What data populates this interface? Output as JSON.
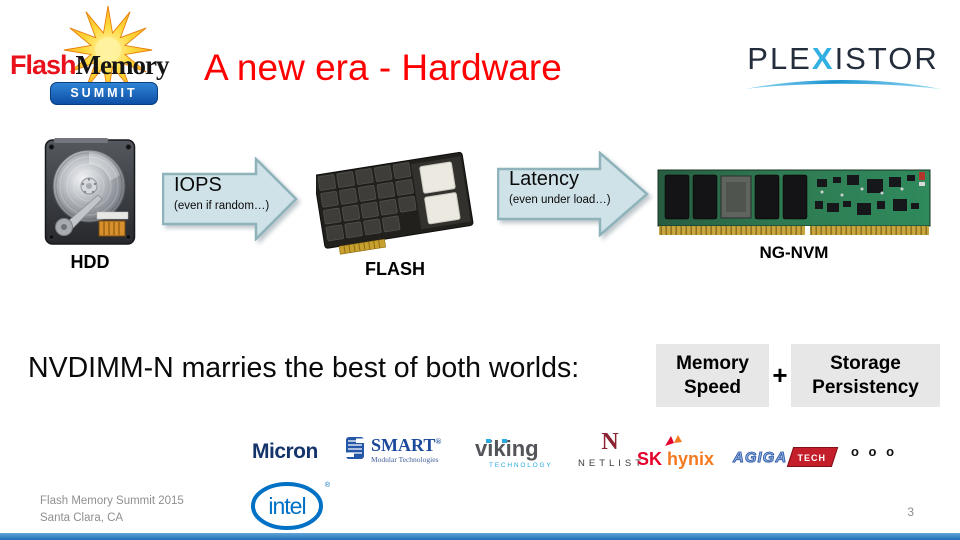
{
  "header": {
    "title": "A new era - Hardware",
    "fms": {
      "flash": "Flash",
      "memory": "Memory",
      "summit": "SUMMIT"
    },
    "plexistor": {
      "pre": "PLE",
      "x": "X",
      "post": "ISTOR"
    }
  },
  "flow": {
    "hdd_label": "HDD",
    "flash_label": "FLASH",
    "ngnvm_label": "NG-NVM",
    "arrow_iops": {
      "title": "IOPS",
      "subtitle": "(even if random…)"
    },
    "arrow_latency": {
      "title": "Latency",
      "subtitle": "(even under load…)"
    }
  },
  "statement": {
    "text": "NVDIMM-N marries the best of both worlds:",
    "plus": "+",
    "box_memory": {
      "line1": "Memory",
      "line2": "Speed"
    },
    "box_storage": {
      "line1": "Storage",
      "line2": "Persistency"
    }
  },
  "vendors": {
    "micron": "Micron",
    "smart_name": "SMART",
    "smart_reg": "®",
    "smart_sub": "Modular Technologies",
    "viking_name": "viking",
    "viking_sub": "TECHNOLOGY",
    "netlist_glyph": "N",
    "netlist_name": "NETLIST",
    "sk": "SK",
    "hynix": "hynix",
    "agiga_name": "AGIGA",
    "agiga_tech": "TECH",
    "more": "o o o",
    "intel": "intel",
    "intel_reg": "®"
  },
  "footer": {
    "line1": "Flash Memory Summit 2015",
    "line2": "Santa Clara, CA",
    "page": "3"
  },
  "colors": {
    "title_red": "#ff0000",
    "arrow_fill": "#cfe2e8",
    "arrow_border": "#8fb3bb",
    "box_gray": "#e7e7e7",
    "plexistor_navy": "#242d3c",
    "plexistor_blue": "#32b0e3",
    "intel_blue": "#0071c5",
    "bottom_bar_blue": "#2e7bbd"
  }
}
